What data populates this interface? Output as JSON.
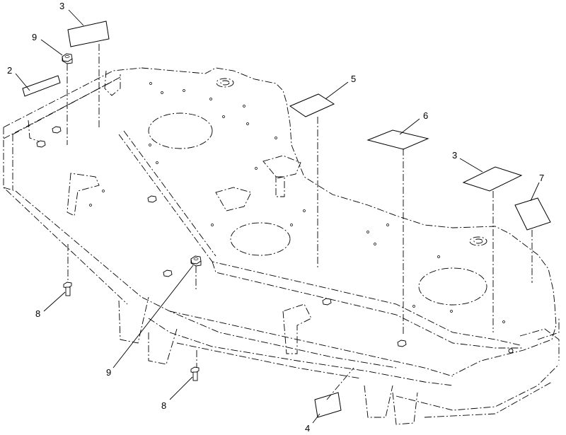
{
  "callouts": [
    {
      "id": "c3a",
      "label": "3"
    },
    {
      "id": "c9a",
      "label": "9"
    },
    {
      "id": "c2",
      "label": "2"
    },
    {
      "id": "c5",
      "label": "5"
    },
    {
      "id": "c6",
      "label": "6"
    },
    {
      "id": "c3b",
      "label": "3"
    },
    {
      "id": "c7",
      "label": "7"
    },
    {
      "id": "c8a",
      "label": "8"
    },
    {
      "id": "c9b",
      "label": "9"
    },
    {
      "id": "c8b",
      "label": "8"
    },
    {
      "id": "c4",
      "label": "4"
    }
  ]
}
